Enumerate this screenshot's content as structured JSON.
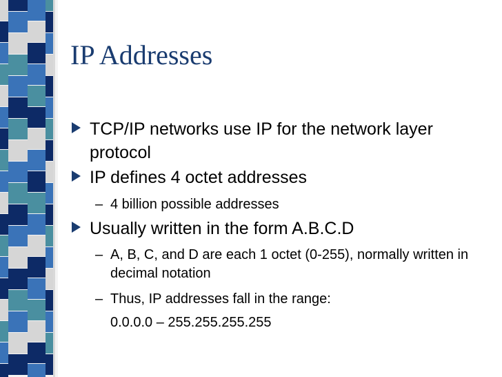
{
  "slide": {
    "title": "IP Addresses",
    "bullets": [
      {
        "text": "TCP/IP networks use IP for the network layer protocol"
      },
      {
        "text": "IP defines 4 octet addresses",
        "sub": [
          {
            "text": "4 billion possible addresses"
          }
        ]
      },
      {
        "text": "Usually written in the form A.B.C.D",
        "sub": [
          {
            "text": "A, B, C, and D are each 1 octet (0-255), normally written in decimal notation"
          },
          {
            "text": "Thus, IP addresses fall in the range:",
            "extra": "0.0.0.0 – 255.255.255.255"
          }
        ]
      }
    ],
    "sub_marker": "–"
  },
  "colors": {
    "title": "#1a3c70",
    "bullet": "#1a3c70",
    "strip_blue": "#3a73b8",
    "strip_dark": "#0d2a66",
    "strip_teal": "#4a8fa0",
    "strip_light": "#d6d6d6"
  }
}
